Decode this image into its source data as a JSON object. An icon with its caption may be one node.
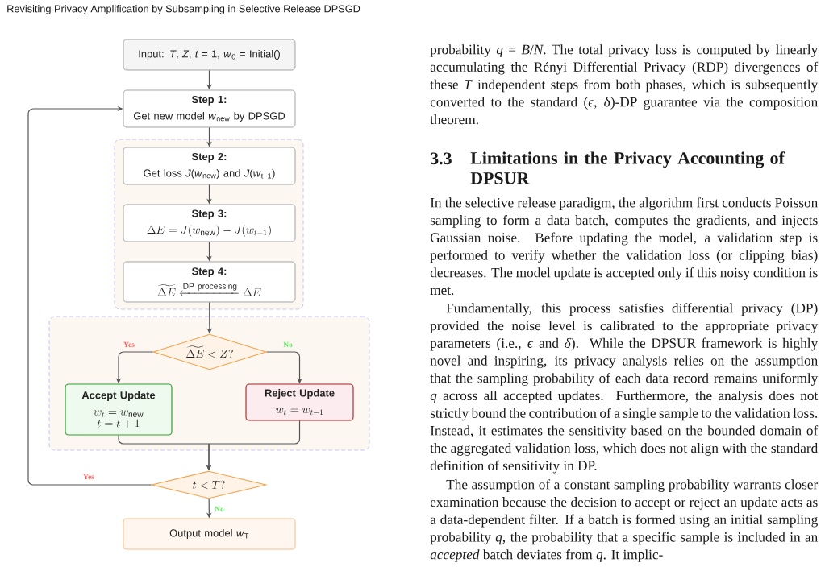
{
  "diagram": {
    "nodes": [
      {
        "text": [
          "Input: *T*, *Z*, *t* = 1, *w*$_{0}$ = Initial()"
        ]
      },
      {
        "text": [
          "Step 1:",
          "Get new model *w*$_{new}$ by DPSGD"
        ]
      },
      {
        "text": [],
        "shape": "box"
      },
      {
        "text": [
          "Step 2:",
          "Get loss *J*(*w*$_{new}$) and *J*(*w*$_{t−1}$)"
        ],
        "in": 2
      },
      {
        "text": [
          "Step 3:",
          "\\Delta E = J(w_{\\mathrm{new}}) - J(w_{t-1})"
        ],
        "in": 2
      },
      {
        "text": [
          "Step 4:",
          "\\widetilde{\\Delta E} \\xleftarrow{\\text{DP processing}} \\Delta E"
        ],
        "in": 2
      },
      {
        "text": [],
        "shape": "box"
      },
      {
        "text": [
          "\\widetilde{\\Delta E} < Z?"
        ],
        "in": 6
      },
      {
        "text": [
          "Accept Update",
          "w_t = w_{\\mathrm{new}}",
          "t = t + 1"
        ],
        "in": 6
      },
      {
        "text": [
          "Reject Update",
          "w_t = w_{t-1}"
        ],
        "in": 6
      },
      {
        "text": [
          "t < T?"
        ]
      },
      {
        "text": [
          "Output model *w*$_{T}$"
        ]
      }
    ],
    "edges": [
      {
        "from": 0,
        "to": 1,
        "arrow": "to"
      },
      {
        "from": 1,
        "to": 3,
        "arrow": "to"
      },
      {
        "from": 3,
        "to": 4,
        "arrow": "to"
      },
      {
        "from": 4,
        "to": 5,
        "arrow": "to"
      },
      {
        "from": 5,
        "to": 7,
        "arrow": "to"
      },
      {
        "from": 7,
        "to": 8,
        "arrow": "to",
        "label": "Yes"
      },
      {
        "from": 7,
        "to": 9,
        "arrow": "to",
        "label": "No"
      },
      {
        "from": 8,
        "to": 10,
        "arrow": "to"
      },
      {
        "from": 9,
        "to": 10,
        "arrow": "to"
      },
      {
        "from": 10,
        "to": 1,
        "arrow": "to",
        "label": "Yes"
      },
      {
        "from": 10,
        "to": 11,
        "arrow": "to",
        "label": "No"
      }
    ],
    "labels": [
      "Revisiting Privacy Amplification by Subsampling in Selective Release DPSGD",
      "probability *q* = *B*/*N*. The total privacy loss is computed by linearly accumulating the Rényi Differential Privacy (RDP) divergences of these *T* independent steps from both phases, which is subsequently converted to the standard (*ϵ*, *δ*)-DP guarantee via the composition theorem.",
      "3.3",
      "Limitations in the Privacy Accounting of DPSUR",
      "In the selective release paradigm, the algorithm first conducts Poisson sampling to form a data batch, computes the gradients, and injects Gaussian noise. Before updating the model, a validation step is performed to verify whether the validation loss (or clipping bias) decreases. The model update is accepted only if this noisy condition is met.",
      "Fundamentally, this process satisfies differential privacy (DP) provided the noise level is calibrated to the appropriate privacy parameters (i.e., *ϵ* and *δ*). While the DPSUR framework is highly novel and inspiring, its privacy analysis relies on the assumption that the sampling probability of each data record remains uniformly *q* across all accepted updates. Furthermore, the analysis does not strictly bound the contribution of a single sample to the validation loss. Instead, it estimates the sensitivity based on the bounded domain of the aggregated validation loss, which does not align with the standard definition of sensitivity in DP.",
      "The assumption of a constant sampling probability warrants closer examination because the decision to accept or reject an update acts as a data-dependent filter. If a batch is formed using an initial sampling probability *q*, the probability that a specific sample is included in an *accepted* batch deviates from *q*. It implic-"
    ]
  }
}
